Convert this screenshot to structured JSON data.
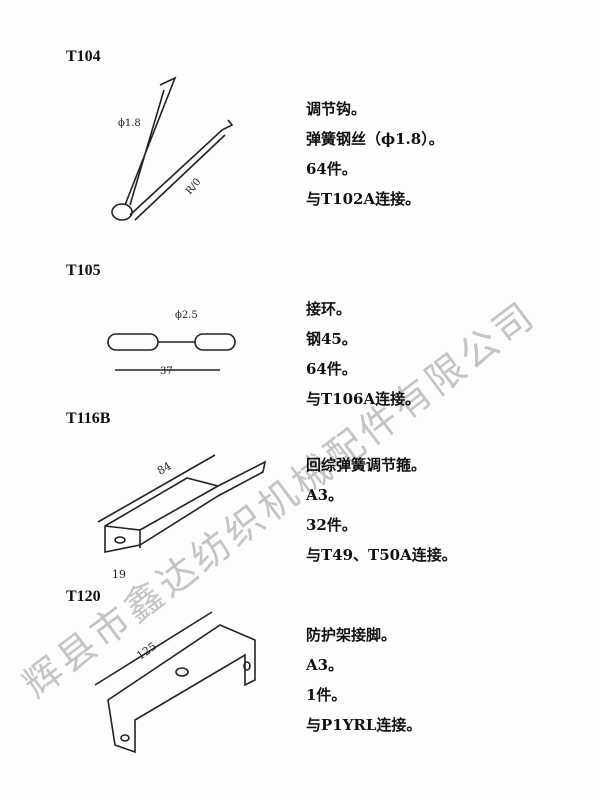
{
  "items": [
    {
      "code": "T104",
      "lines": [
        "调节钩。",
        "弹簧钢丝（ϕ1.8）。",
        "64件。",
        "与T102A连接。"
      ],
      "dims": [
        "ϕ1.8",
        "R/0"
      ]
    },
    {
      "code": "T105",
      "lines": [
        "接环。",
        "钢45。",
        "64件。",
        "与T106A连接。"
      ],
      "dims": [
        "ϕ2.5",
        "37"
      ]
    },
    {
      "code": "T116B",
      "lines": [
        "回综弹簧调节箍。",
        "A3。",
        "32件。",
        "与T49、T50A连接。"
      ],
      "dims": [
        "84",
        "19"
      ]
    },
    {
      "code": "T120",
      "lines": [
        "防护架接脚。",
        "A3。",
        "1件。",
        "与P1YRL连接。"
      ],
      "dims": [
        "125"
      ]
    }
  ],
  "watermark": "辉县市鑫达纺织机械配件有限公司"
}
